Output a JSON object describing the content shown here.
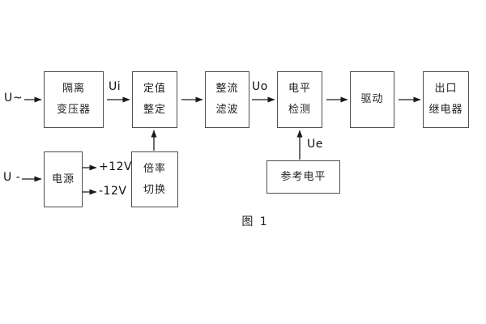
{
  "figure": {
    "caption": "图 1"
  },
  "colors": {
    "background": "#ffffff",
    "box_border": "#4f4f4f",
    "box_fill": "#ffffff",
    "text": "#1f1f1f",
    "line": "#1a1a1a"
  },
  "inputs": {
    "ac_label": "U~",
    "dc_label": "U -"
  },
  "signal_labels": {
    "ui": "Ui",
    "uo": "Uo",
    "ue": "Ue",
    "rail_pos": "+12V",
    "rail_neg": "-12V"
  },
  "blocks": {
    "isolation_transformer": {
      "line1": "隔离",
      "line2": "变压器"
    },
    "value_setting": {
      "line1": "定值",
      "line2": "整定"
    },
    "rectify_filter": {
      "line1": "整流",
      "line2": "滤波"
    },
    "level_detect": {
      "line1": "电平",
      "line2": "检测"
    },
    "drive": {
      "line1": "驱动"
    },
    "output_relay": {
      "line1": "出口",
      "line2": "继电器"
    },
    "power_supply": {
      "line1": "电源"
    },
    "ratio_switch": {
      "line1": "倍率",
      "line2": "切换"
    },
    "reference_level": {
      "line1": "参考电平"
    }
  }
}
